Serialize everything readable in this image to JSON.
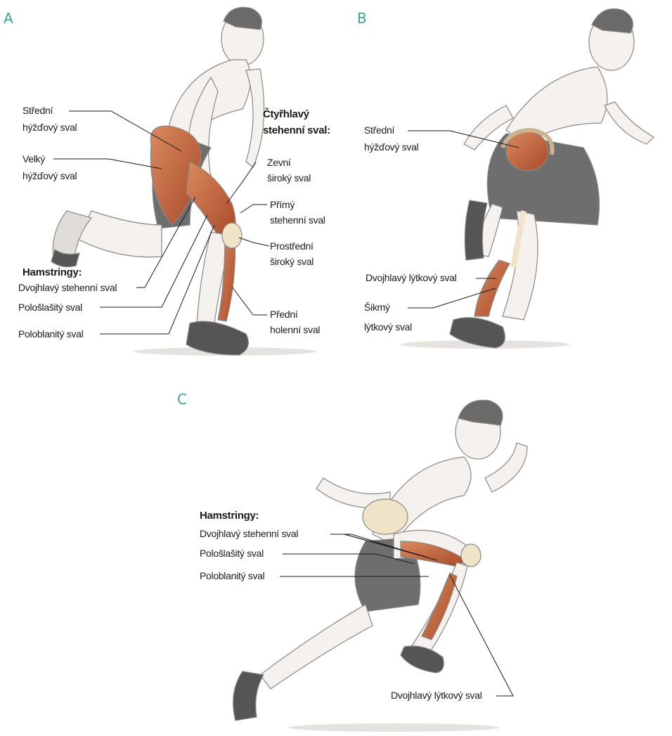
{
  "panels": [
    {
      "letter": "A"
    },
    {
      "letter": "B"
    },
    {
      "letter": "C"
    }
  ],
  "panel_a": {
    "labels": {
      "stredni_1": "Střední",
      "stredni_2": "hýžďový sval",
      "velky_1": "Velký",
      "velky_2": "hýžďový sval",
      "ctyrhlavy_1": "Čtyřhlavý",
      "ctyrhlavy_2": "stehenní sval:",
      "zevni_1": "Zevní",
      "zevni_2": "široký sval",
      "primy_1": "Přímý",
      "primy_2": "stehenní sval",
      "prostredni_1": "Prostřední",
      "prostredni_2": "široký sval",
      "hamstringy": "Hamstringy:",
      "dvojhlavy": "Dvojhlavý stehenní sval",
      "polosl": "Pološlašitý sval",
      "polobl": "Poloblanitý sval",
      "predni_1": "Přední",
      "predni_2": "holenní sval"
    }
  },
  "panel_b": {
    "labels": {
      "stredni_1": "Střední",
      "stredni_2": "hýžďový sval",
      "lytkovy": "Dvojhlavý lýtkový sval",
      "sikmy_1": "Šikmý",
      "sikmy_2": "lýtkový sval"
    }
  },
  "panel_c": {
    "labels": {
      "hamstringy": "Hamstringy:",
      "dvojhlavy": "Dvojhlavý stehenní sval",
      "polosl": "Pološlašitý sval",
      "polobl": "Poloblanitý sval",
      "lytkovy": "Dvojhlavý lýtkový sval"
    }
  },
  "colors": {
    "accent": "#3aa58f",
    "muscle": "#c4683f",
    "shorts": "#6e6e6e",
    "skin": "#f4f1ee",
    "bone": "#efe3c8"
  }
}
